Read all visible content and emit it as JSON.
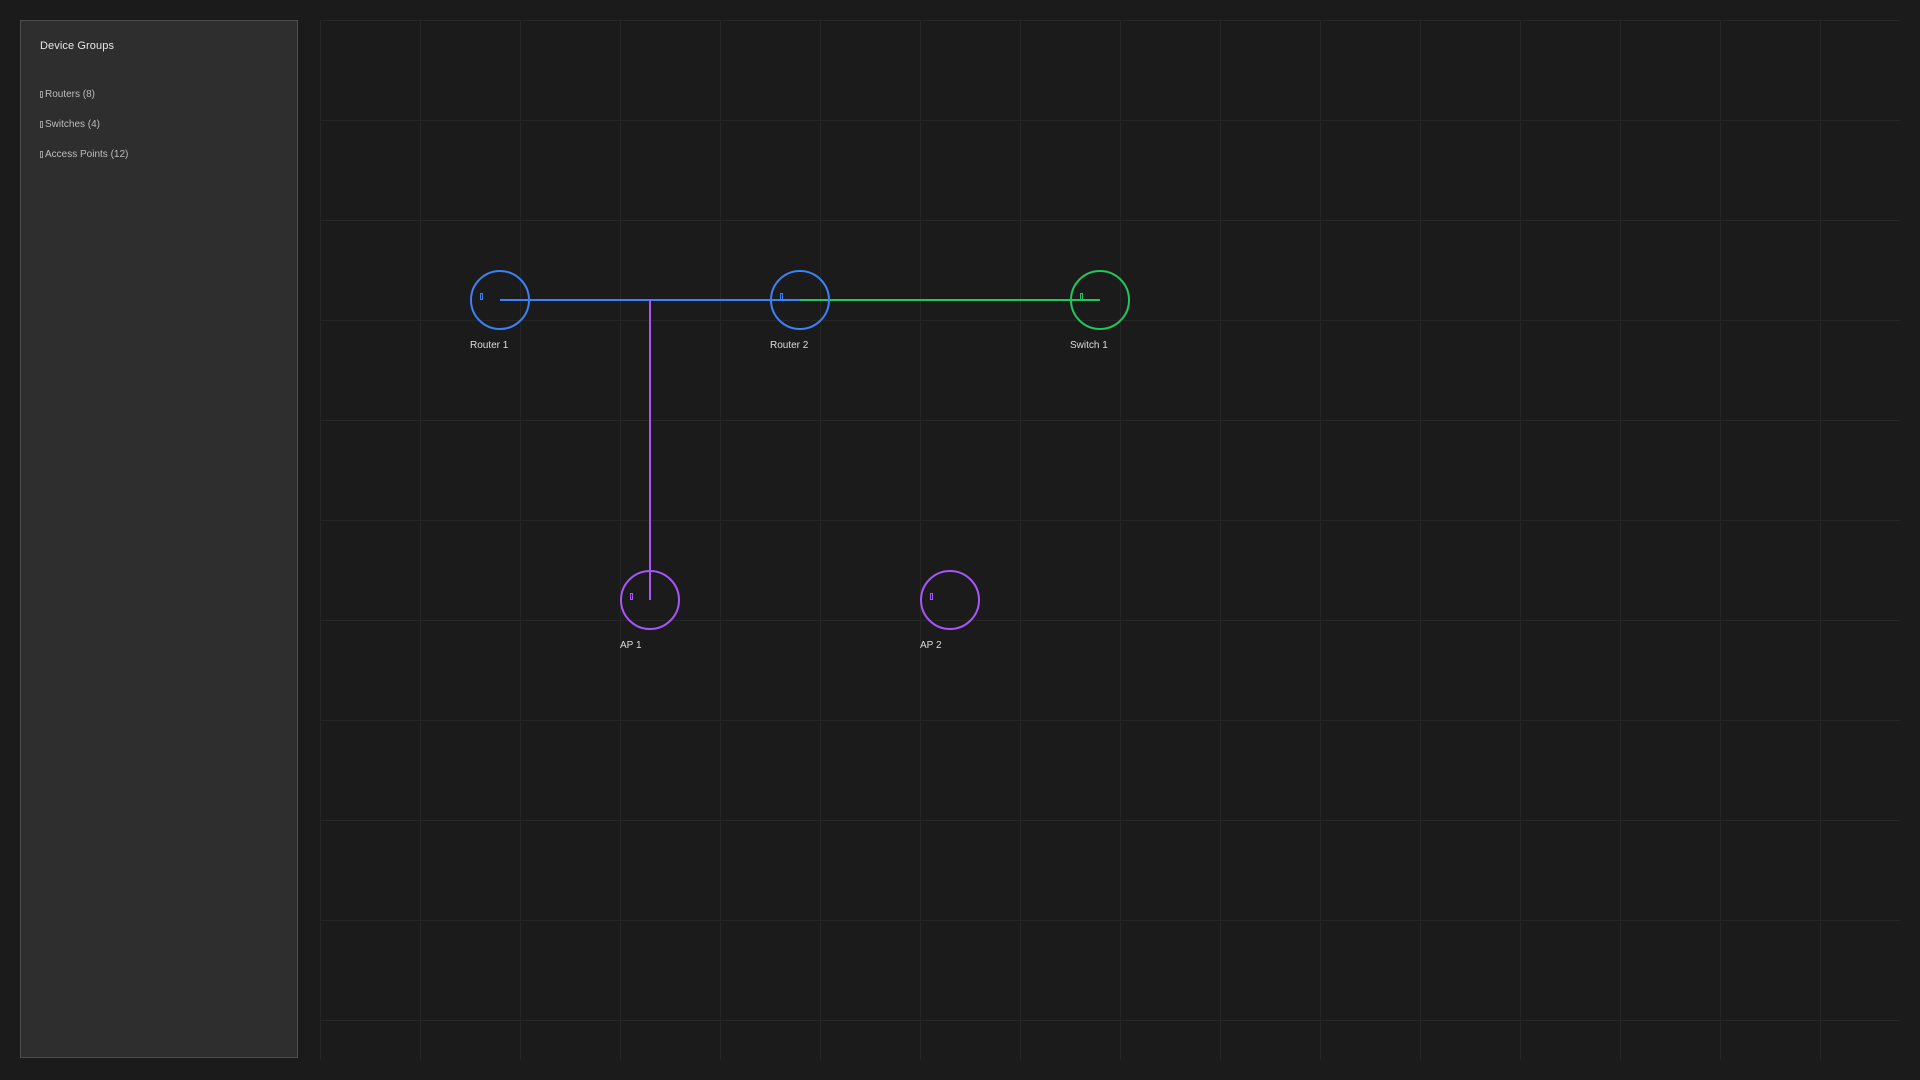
{
  "sidebar": {
    "title": "Device Groups",
    "groups": [
      {
        "label": "Routers (8)",
        "icon": "router-icon"
      },
      {
        "label": "Switches (4)",
        "icon": "switch-icon"
      },
      {
        "label": "Access Points (12)",
        "icon": "access-point-icon"
      }
    ]
  },
  "topology": {
    "colors": {
      "router": "#3b82f6",
      "switch": "#22c55e",
      "access_point": "#a855f7"
    },
    "nodes": [
      {
        "id": "router-1",
        "label": "Router 1",
        "type": "router",
        "icon": "router-icon"
      },
      {
        "id": "router-2",
        "label": "Router 2",
        "type": "router",
        "icon": "router-icon"
      },
      {
        "id": "switch-1",
        "label": "Switch 1",
        "type": "switch",
        "icon": "switch-icon"
      },
      {
        "id": "ap-1",
        "label": "AP 1",
        "type": "access_point",
        "icon": "access-point-icon"
      },
      {
        "id": "ap-2",
        "label": "AP 2",
        "type": "access_point",
        "icon": "access-point-icon"
      }
    ],
    "links": [
      {
        "from": "router-1",
        "to": "router-2",
        "color_key": "router"
      },
      {
        "from": "router-2",
        "to": "switch-1",
        "color_key": "switch"
      },
      {
        "from": "link-router-1-router-2",
        "to": "ap-1",
        "color_key": "access_point"
      }
    ]
  }
}
